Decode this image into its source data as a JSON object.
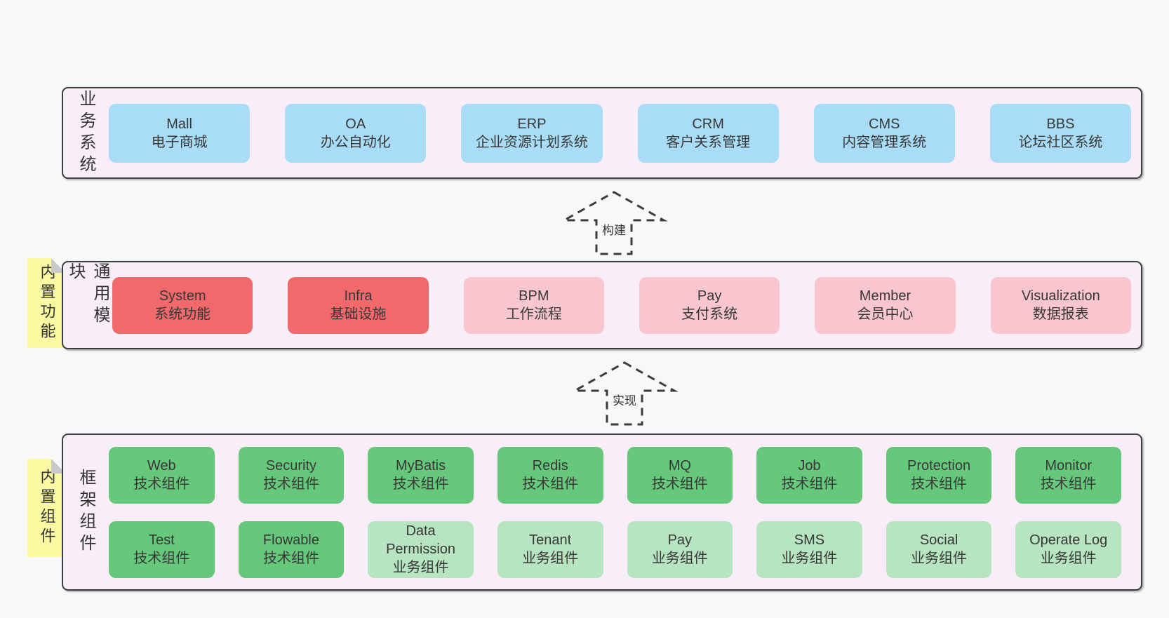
{
  "colors": {
    "background": "#f8f8f8",
    "panel_bg": "#f9eef8",
    "panel_border": "#3c3c3c",
    "note_bg": "#fbf9a2",
    "note_fold": "#c9c9c9",
    "text": "#3a3a3a",
    "variants": {
      "blue": "#a9dcf6",
      "red": "#f1696b",
      "pink": "#f9c6d0",
      "green": "#66c87b",
      "lightgreen": "#b7e4c1"
    }
  },
  "layers": [
    {
      "id": "business",
      "title": "业务系统",
      "rows": [
        [
          {
            "name": "Mall",
            "desc": "电子商城",
            "variant": "blue"
          },
          {
            "name": "OA",
            "desc": "办公自动化",
            "variant": "blue"
          },
          {
            "name": "ERP",
            "desc": "企业资源计划系统",
            "variant": "blue"
          },
          {
            "name": "CRM",
            "desc": "客户关系管理",
            "variant": "blue"
          },
          {
            "name": "CMS",
            "desc": "内容管理系统",
            "variant": "blue"
          },
          {
            "name": "BBS",
            "desc": "论坛社区系统",
            "variant": "blue"
          }
        ]
      ]
    },
    {
      "id": "modules",
      "title": "通用模块",
      "note": "内置功能",
      "rows": [
        [
          {
            "name": "System",
            "desc": "系统功能",
            "variant": "red"
          },
          {
            "name": "Infra",
            "desc": "基础设施",
            "variant": "red"
          },
          {
            "name": "BPM",
            "desc": "工作流程",
            "variant": "pink"
          },
          {
            "name": "Pay",
            "desc": "支付系统",
            "variant": "pink"
          },
          {
            "name": "Member",
            "desc": "会员中心",
            "variant": "pink"
          },
          {
            "name": "Visualization",
            "desc": "数据报表",
            "variant": "pink"
          }
        ]
      ]
    },
    {
      "id": "components",
      "title": "框架组件",
      "note": "内置组件",
      "rows": [
        [
          {
            "name": "Web",
            "desc": "技术组件",
            "variant": "green"
          },
          {
            "name": "Security",
            "desc": "技术组件",
            "variant": "green"
          },
          {
            "name": "MyBatis",
            "desc": "技术组件",
            "variant": "green"
          },
          {
            "name": "Redis",
            "desc": "技术组件",
            "variant": "green"
          },
          {
            "name": "MQ",
            "desc": "技术组件",
            "variant": "green"
          },
          {
            "name": "Job",
            "desc": "技术组件",
            "variant": "green"
          },
          {
            "name": "Protection",
            "desc": "技术组件",
            "variant": "green"
          },
          {
            "name": "Monitor",
            "desc": "技术组件",
            "variant": "green"
          }
        ],
        [
          {
            "name": "Test",
            "desc": "技术组件",
            "variant": "green"
          },
          {
            "name": "Flowable",
            "desc": "技术组件",
            "variant": "green"
          },
          {
            "name": "Data Permission",
            "desc": "业务组件",
            "variant": "lightgreen"
          },
          {
            "name": "Tenant",
            "desc": "业务组件",
            "variant": "lightgreen"
          },
          {
            "name": "Pay",
            "desc": "业务组件",
            "variant": "lightgreen"
          },
          {
            "name": "SMS",
            "desc": "业务组件",
            "variant": "lightgreen"
          },
          {
            "name": "Social",
            "desc": "业务组件",
            "variant": "lightgreen"
          },
          {
            "name": "Operate Log",
            "desc": "业务组件",
            "variant": "lightgreen"
          }
        ]
      ]
    }
  ],
  "arrows": [
    {
      "label": "构建"
    },
    {
      "label": "实现"
    }
  ]
}
